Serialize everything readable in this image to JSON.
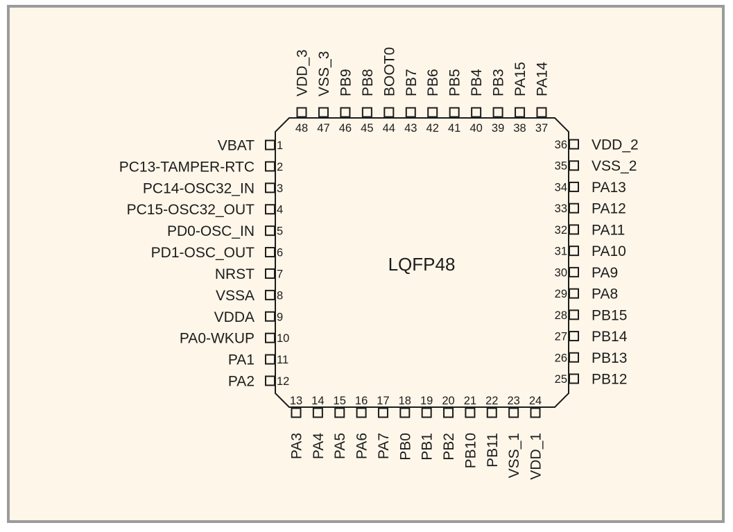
{
  "chip": {
    "package": "LQFP48",
    "colors": {
      "background": "#fdf6e9",
      "frame": "#9b9b9b",
      "ink": "#1c1c1c"
    },
    "pins": {
      "left": [
        {
          "num": "1",
          "name": "VBAT"
        },
        {
          "num": "2",
          "name": "PC13-TAMPER-RTC"
        },
        {
          "num": "3",
          "name": "PC14-OSC32_IN"
        },
        {
          "num": "4",
          "name": "PC15-OSC32_OUT"
        },
        {
          "num": "5",
          "name": "PD0-OSC_IN"
        },
        {
          "num": "6",
          "name": "PD1-OSC_OUT"
        },
        {
          "num": "7",
          "name": "NRST"
        },
        {
          "num": "8",
          "name": "VSSA"
        },
        {
          "num": "9",
          "name": "VDDA"
        },
        {
          "num": "10",
          "name": "PA0-WKUP"
        },
        {
          "num": "11",
          "name": "PA1"
        },
        {
          "num": "12",
          "name": "PA2"
        }
      ],
      "bottom": [
        {
          "num": "13",
          "name": "PA3"
        },
        {
          "num": "14",
          "name": "PA4"
        },
        {
          "num": "15",
          "name": "PA5"
        },
        {
          "num": "16",
          "name": "PA6"
        },
        {
          "num": "17",
          "name": "PA7"
        },
        {
          "num": "18",
          "name": "PB0"
        },
        {
          "num": "19",
          "name": "PB1"
        },
        {
          "num": "20",
          "name": "PB2"
        },
        {
          "num": "21",
          "name": "PB10"
        },
        {
          "num": "22",
          "name": "PB11"
        },
        {
          "num": "23",
          "name": "VSS_1"
        },
        {
          "num": "24",
          "name": "VDD_1"
        }
      ],
      "right": [
        {
          "num": "25",
          "name": "PB12"
        },
        {
          "num": "26",
          "name": "PB13"
        },
        {
          "num": "27",
          "name": "PB14"
        },
        {
          "num": "28",
          "name": "PB15"
        },
        {
          "num": "29",
          "name": "PA8"
        },
        {
          "num": "30",
          "name": "PA9"
        },
        {
          "num": "31",
          "name": "PA10"
        },
        {
          "num": "32",
          "name": "PA11"
        },
        {
          "num": "33",
          "name": "PA12"
        },
        {
          "num": "34",
          "name": "PA13"
        },
        {
          "num": "35",
          "name": "VSS_2"
        },
        {
          "num": "36",
          "name": "VDD_2"
        }
      ],
      "top": [
        {
          "num": "37",
          "name": "PA14"
        },
        {
          "num": "38",
          "name": "PA15"
        },
        {
          "num": "39",
          "name": "PB3"
        },
        {
          "num": "40",
          "name": "PB4"
        },
        {
          "num": "41",
          "name": "PB5"
        },
        {
          "num": "42",
          "name": "PB6"
        },
        {
          "num": "43",
          "name": "PB7"
        },
        {
          "num": "44",
          "name": "BOOT0"
        },
        {
          "num": "45",
          "name": "PB8"
        },
        {
          "num": "46",
          "name": "PB9"
        },
        {
          "num": "47",
          "name": "VSS_3"
        },
        {
          "num": "48",
          "name": "VDD_3"
        }
      ]
    }
  }
}
